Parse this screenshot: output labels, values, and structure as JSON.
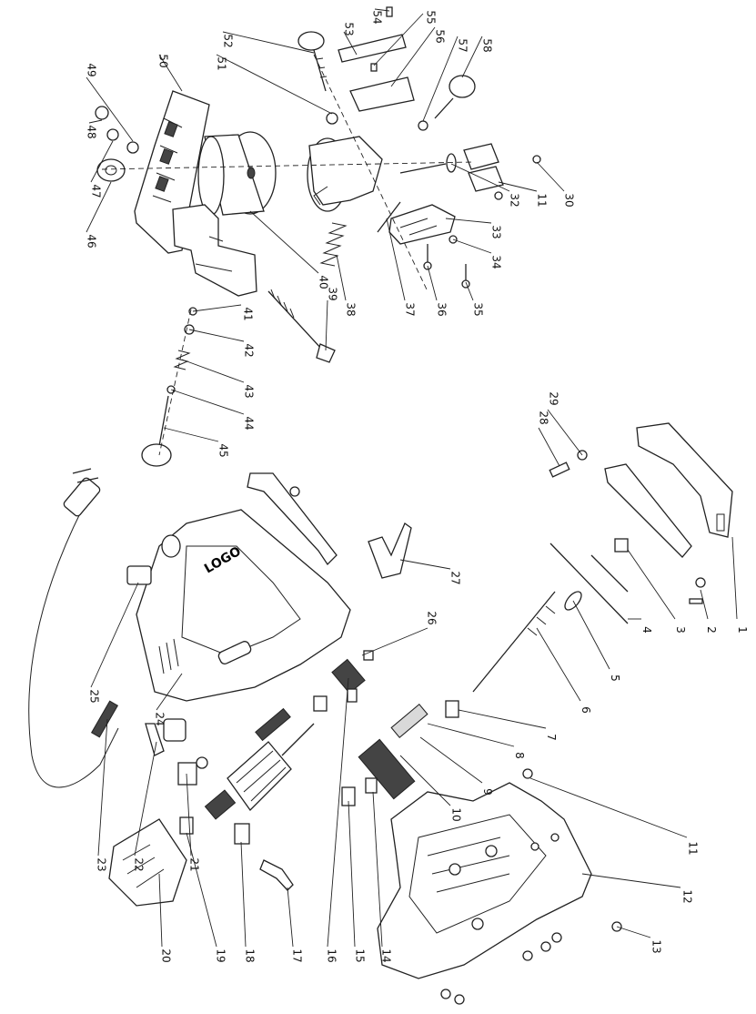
{
  "callouts": [
    {
      "id": "1",
      "label": "1"
    },
    {
      "id": "2",
      "label": "2"
    },
    {
      "id": "3",
      "label": "3"
    },
    {
      "id": "4",
      "label": "4"
    },
    {
      "id": "5",
      "label": "5"
    },
    {
      "id": "6",
      "label": "6"
    },
    {
      "id": "7",
      "label": "7"
    },
    {
      "id": "8",
      "label": "8"
    },
    {
      "id": "9",
      "label": "9"
    },
    {
      "id": "10",
      "label": "10"
    },
    {
      "id": "11a",
      "label": "11"
    },
    {
      "id": "12",
      "label": "12"
    },
    {
      "id": "13",
      "label": "13"
    },
    {
      "id": "14",
      "label": "14"
    },
    {
      "id": "15",
      "label": "15"
    },
    {
      "id": "16",
      "label": "16"
    },
    {
      "id": "17",
      "label": "17"
    },
    {
      "id": "18",
      "label": "18"
    },
    {
      "id": "19",
      "label": "19"
    },
    {
      "id": "20",
      "label": "20"
    },
    {
      "id": "21",
      "label": "21"
    },
    {
      "id": "22",
      "label": "22"
    },
    {
      "id": "23",
      "label": "23"
    },
    {
      "id": "24",
      "label": "24"
    },
    {
      "id": "25",
      "label": "25"
    },
    {
      "id": "26",
      "label": "26"
    },
    {
      "id": "27",
      "label": "27"
    },
    {
      "id": "28",
      "label": "28"
    },
    {
      "id": "29",
      "label": "29"
    },
    {
      "id": "30",
      "label": "30"
    },
    {
      "id": "11b",
      "label": "11"
    },
    {
      "id": "32",
      "label": "32"
    },
    {
      "id": "33",
      "label": "33"
    },
    {
      "id": "34",
      "label": "34"
    },
    {
      "id": "35",
      "label": "35"
    },
    {
      "id": "36",
      "label": "36"
    },
    {
      "id": "37",
      "label": "37"
    },
    {
      "id": "38",
      "label": "38"
    },
    {
      "id": "39",
      "label": "39"
    },
    {
      "id": "40",
      "label": "40"
    },
    {
      "id": "41",
      "label": "41"
    },
    {
      "id": "42",
      "label": "42"
    },
    {
      "id": "43",
      "label": "43"
    },
    {
      "id": "44",
      "label": "44"
    },
    {
      "id": "45",
      "label": "45"
    },
    {
      "id": "46",
      "label": "46"
    },
    {
      "id": "47",
      "label": "47"
    },
    {
      "id": "48",
      "label": "48"
    },
    {
      "id": "49",
      "label": "49"
    },
    {
      "id": "50",
      "label": "50"
    },
    {
      "id": "51",
      "label": "51"
    },
    {
      "id": "52",
      "label": "52"
    },
    {
      "id": "53",
      "label": "53"
    },
    {
      "id": "54",
      "label": "54"
    },
    {
      "id": "55",
      "label": "55"
    },
    {
      "id": "56",
      "label": "56"
    },
    {
      "id": "57",
      "label": "57"
    },
    {
      "id": "58",
      "label": "58"
    }
  ],
  "housing_logo": "LOGO"
}
